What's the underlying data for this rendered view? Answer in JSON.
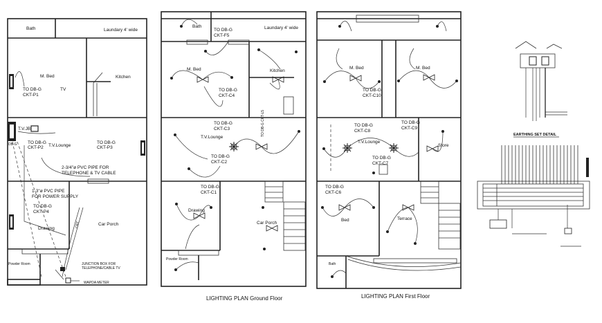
{
  "plan1": {
    "rooms": {
      "bath": "Bath",
      "laundry": "Laundary 4' wide",
      "mbed": "M. Bed",
      "kitchen": "Kitchen",
      "tvlounge": "T.V.Lounge",
      "drawing": "Drawing",
      "car_porch": "Car Porch",
      "powder": "Powder Room"
    },
    "circuits": {
      "p1_a": "TO DB-G",
      "p1_b": "CKT-P1",
      "p2_a": "TO DB-G",
      "p2_b": "CKT-P2",
      "p3_a": "TO DB-G",
      "p3_b": "CKT-P3",
      "p4_a": "TO DB-G",
      "p4_b": "CKT-P4"
    },
    "labels": {
      "tv": "TV",
      "tvjb": "T.V.JB",
      "dbg": "DB-G",
      "pipe_tel_a": "2-3/4\"ø PVC PIPE FOR",
      "pipe_tel_b": "TELEPHONE & TV CABLE",
      "pipe_pow_a": "1-3\"ø PVC PIPE",
      "pipe_pow_b": "FOR POWER SUPPLY",
      "junction_a": "JUNCTION BOX FOR",
      "junction_b": "TELEPHONE/CABLE TV",
      "wapda": "WAPDA METER",
      "cbt": "CBT"
    }
  },
  "plan2": {
    "caption": "LIGHTING PLAN Ground Floor",
    "rooms": {
      "bath": "Bath",
      "laundry": "Laundary 4' wide",
      "mbed": "M. Bed",
      "kitchen": "Kitchen",
      "tvlounge": "T.V.Lounge",
      "drawing": "Drawing",
      "car_porch": "Car Porch",
      "powder": "Powder Room"
    },
    "circuits": {
      "f5_a": "TO DB-G",
      "f5_b": "CKT-F5",
      "c4_a": "TO DB-G",
      "c4_b": "CKT-C4",
      "c3_a": "TO DB-G",
      "c3_b": "CKT-C3",
      "c2_a": "TO DB-G",
      "c2_b": "CKT-C2",
      "c1_a": "TO DB-G",
      "c1_b": "CKT-C1",
      "l5": "TO DB-G CKT-L5"
    }
  },
  "plan3": {
    "caption": "LIGHTING PLAN First Floor",
    "rooms": {
      "mbed1": "M. Bed",
      "mbed2": "M. Bed",
      "tvlounge": "T.V.Lounge",
      "store": "Store",
      "bed": "Bed",
      "terrace": "Terrace",
      "bath": "Bath"
    },
    "circuits": {
      "c10_a": "TO DB-G",
      "c10_b": "CKT-C10",
      "c8_a": "TO DB-G",
      "c8_b": "CKT-C8",
      "c9_a": "TO DB-G",
      "c9_b": "CKT-C9",
      "c7_a": "TO DB-G",
      "c7_b": "CKT-C7",
      "c6_a": "TO DB-G",
      "c6_b": "CKT-C6"
    }
  },
  "earthing": {
    "title": "EARTHING SET DETAIL"
  }
}
